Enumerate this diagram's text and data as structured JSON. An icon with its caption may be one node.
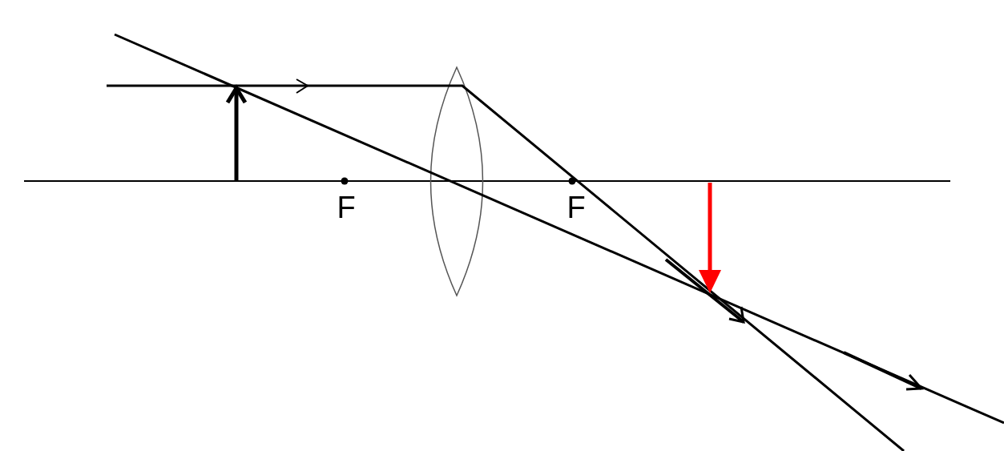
{
  "diagram": {
    "nodes": [
      {
        "text": [],
        "shape": "lens"
      }
    ],
    "labels": [
      "F",
      "F"
    ]
  }
}
